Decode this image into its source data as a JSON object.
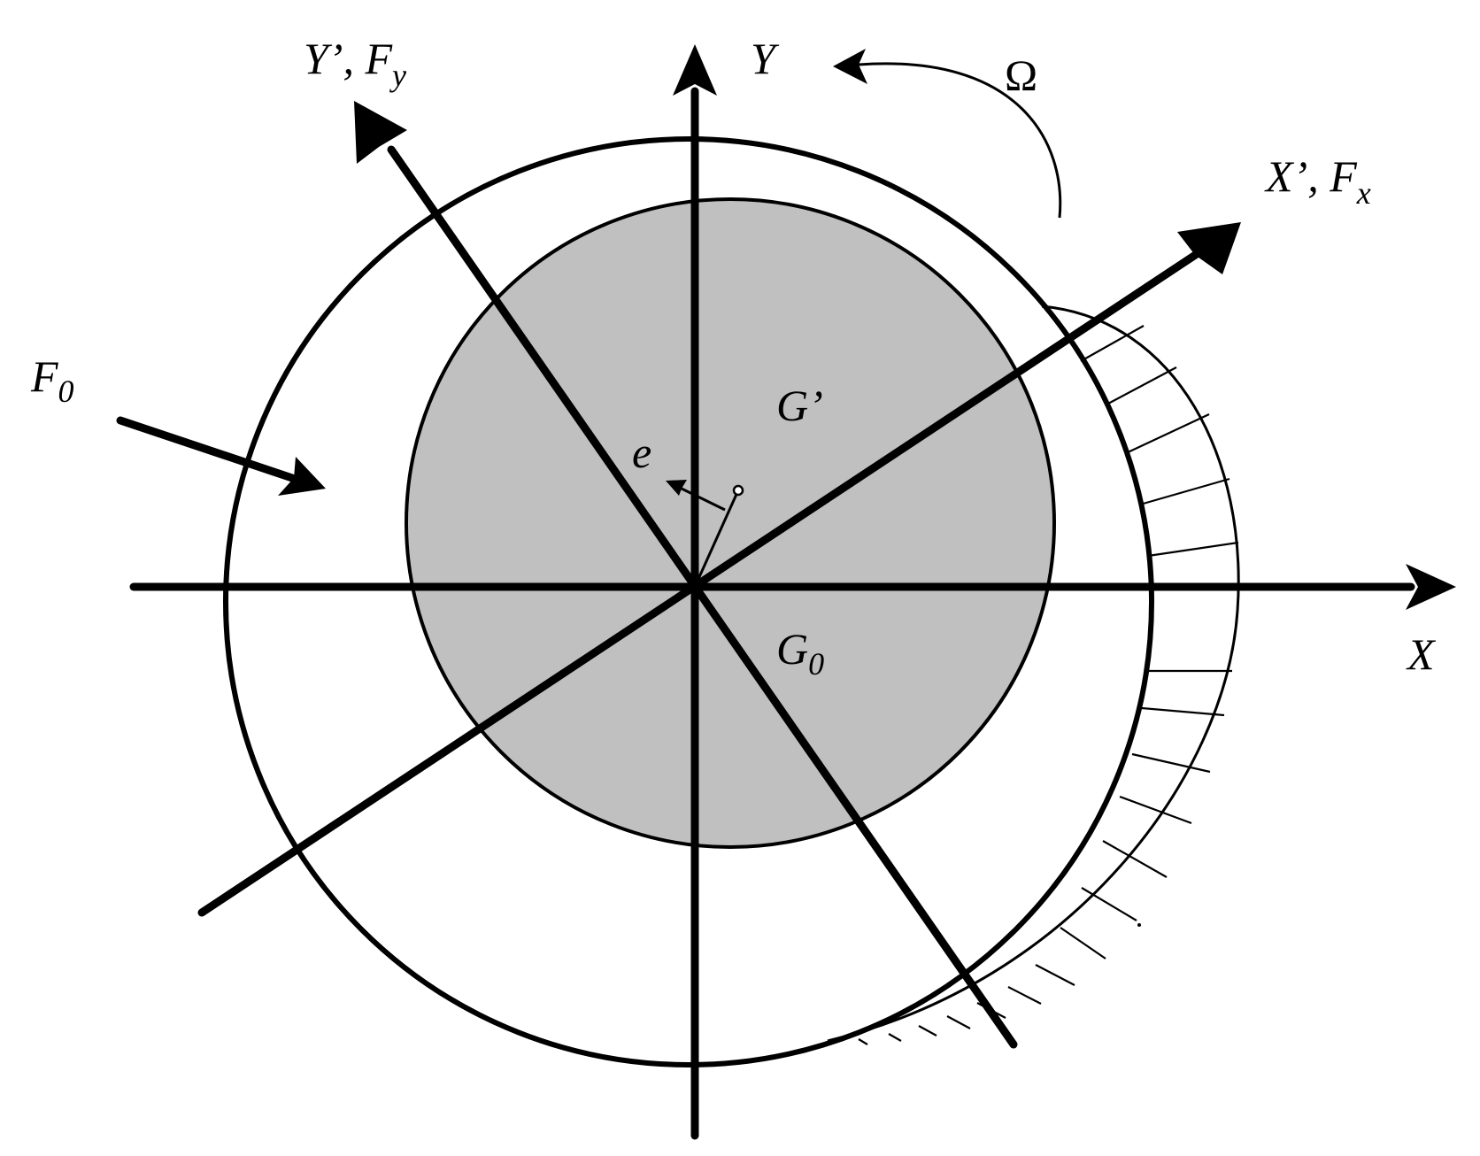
{
  "labels": {
    "y_axis": "Y",
    "x_axis": "X",
    "y_prime_main": "Y’, F",
    "y_prime_sub": "y",
    "x_prime_main": "X’, F",
    "x_prime_sub": "x",
    "omega": "Ω",
    "f0_main": "F",
    "f0_sub": "0",
    "g_prime": "G’",
    "g0_main": "G",
    "g0_sub": "0",
    "eccentricity": "e"
  },
  "colors": {
    "line": "#000000",
    "journal_fill": "#c0c0c0",
    "background": "#ffffff"
  }
}
